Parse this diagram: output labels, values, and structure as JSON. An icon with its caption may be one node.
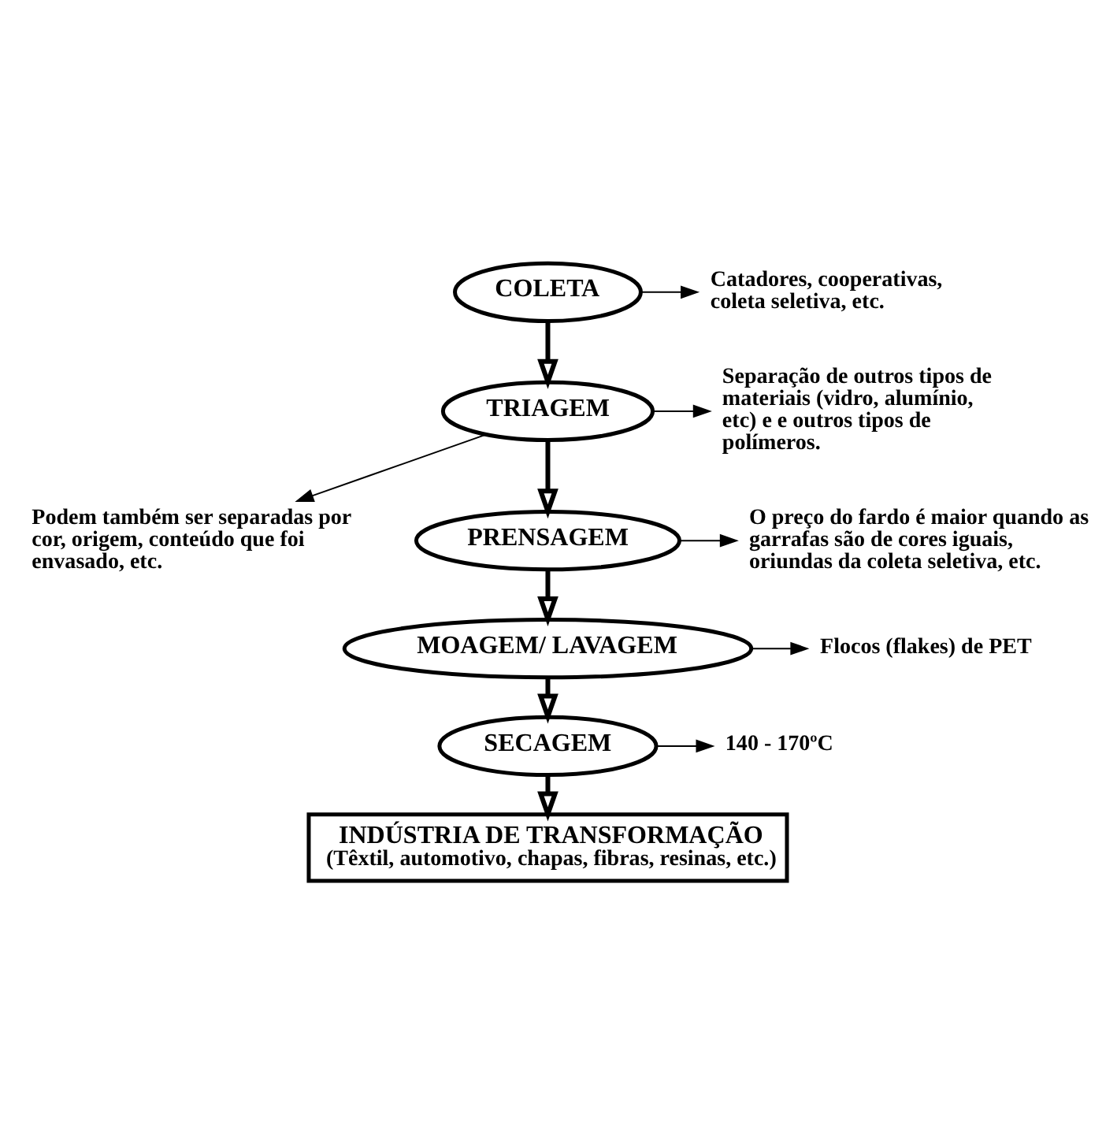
{
  "diagram": {
    "nodes": [
      {
        "text": [
          "COLETA"
        ]
      },
      {
        "text": [
          "Catadores, cooperativas, coleta seletiva, etc."
        ]
      },
      {
        "text": [
          "TRIAGEM"
        ]
      },
      {
        "text": [
          "Separação de outros tipos de materiais (vidro, alumínio, etc) e e outros tipos de polímeros."
        ]
      },
      {
        "text": [
          "Podem também ser separadas por cor, origem, conteúdo que foi envasado, etc."
        ]
      },
      {
        "text": [
          "PRENSAGEM"
        ]
      },
      {
        "text": [
          "O preço do fardo é maior quando as garrafas são de cores iguais, oriundas da coleta seletiva, etc."
        ]
      },
      {
        "text": [
          "MOAGEM/ LAVAGEM"
        ]
      },
      {
        "text": [
          "Flocos (flakes) de PET"
        ]
      },
      {
        "text": [
          "SECAGEM"
        ]
      },
      {
        "text": [
          "140 - 170ºC"
        ]
      },
      {
        "text": [
          "INDÚSTRIA DE TRANSFORMAÇÃO",
          "(Têxtil, automotivo, chapas, fibras, resinas, etc.)"
        ]
      }
    ],
    "edges": [
      {
        "from": 0,
        "to": 1,
        "arrow": "to"
      },
      {
        "from": 0,
        "to": 2,
        "arrow": "to",
        "style": "thick"
      },
      {
        "from": 2,
        "to": 3,
        "arrow": "to"
      },
      {
        "from": 2,
        "to": 4,
        "arrow": "to"
      },
      {
        "from": 2,
        "to": 5,
        "arrow": "to",
        "style": "thick"
      },
      {
        "from": 5,
        "to": 6,
        "arrow": "to"
      },
      {
        "from": 5,
        "to": 7,
        "arrow": "to",
        "style": "thick"
      },
      {
        "from": 7,
        "to": 8,
        "arrow": "to"
      },
      {
        "from": 7,
        "to": 9,
        "arrow": "to",
        "style": "thick"
      },
      {
        "from": 9,
        "to": 10,
        "arrow": "to"
      },
      {
        "from": 9,
        "to": 11,
        "arrow": "to",
        "style": "thick"
      }
    ]
  }
}
